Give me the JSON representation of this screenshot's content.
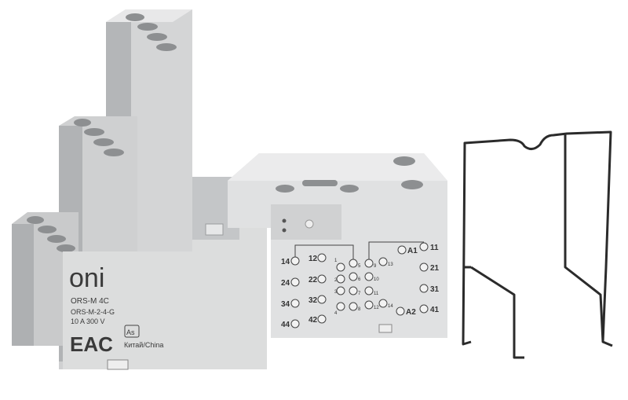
{
  "product": {
    "brand": "oni",
    "model": "ORS-M 4C",
    "article": "ORS-M-2-4-G",
    "rating": "10 A 300 V",
    "cert_mark": "EAC",
    "material_mark": "As",
    "origin": "Китай/China"
  },
  "terminals": {
    "left_col1": [
      "14",
      "24",
      "34",
      "44"
    ],
    "left_col2": [
      "12",
      "22",
      "32",
      "42"
    ],
    "inner_left": [
      "1",
      "2",
      "3",
      "4"
    ],
    "center_left": [
      "5",
      "6",
      "7",
      "8"
    ],
    "center_right": [
      "9",
      "10",
      "11",
      "12"
    ],
    "inner_right": [
      "13",
      "14"
    ],
    "right_col1": [
      "A1",
      "A2"
    ],
    "right_col2": [
      "11",
      "21",
      "31",
      "41"
    ]
  },
  "colors": {
    "body": "#d9dadb",
    "shade": "#b9bbbd",
    "dark": "#8e9092",
    "wire": "#2b2b2b"
  }
}
